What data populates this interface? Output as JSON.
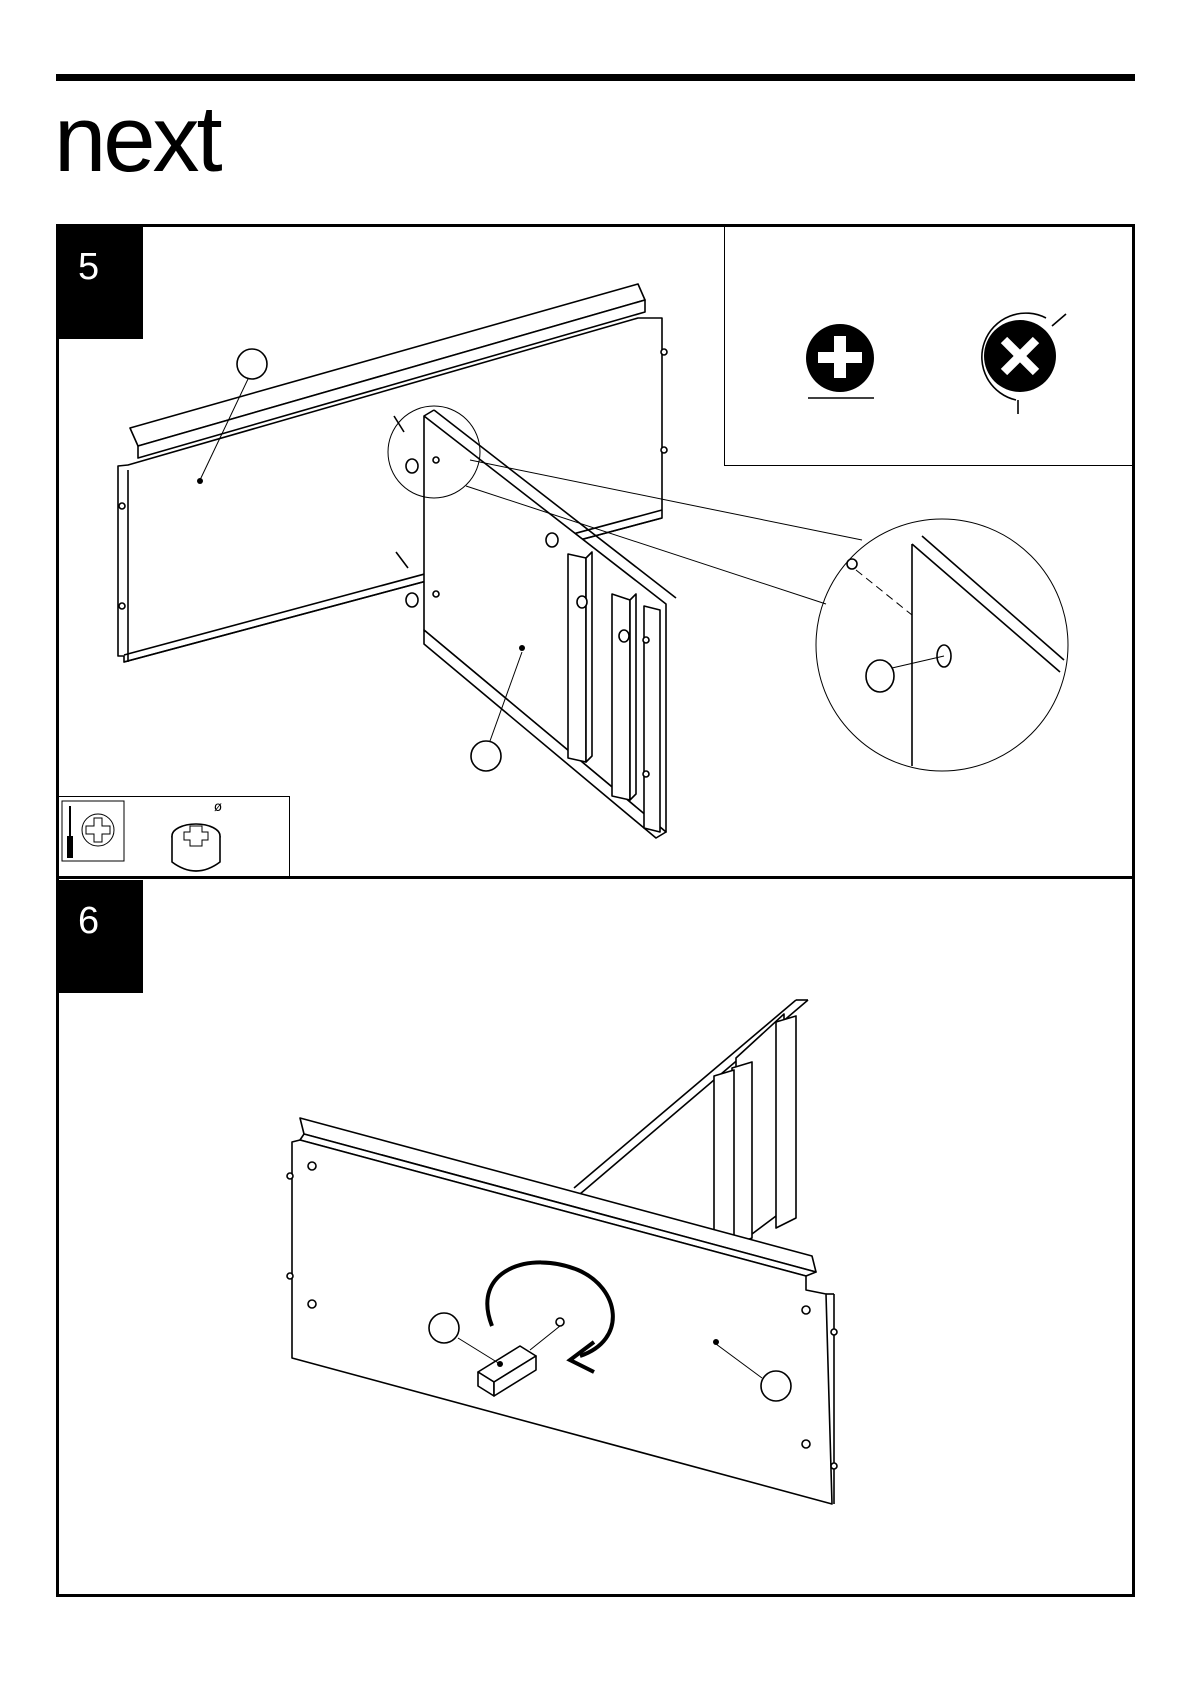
{
  "brand": {
    "logo_text": "next"
  },
  "steps": [
    {
      "number": "5"
    },
    {
      "number": "6"
    }
  ],
  "tools": {
    "symbol": "ø"
  },
  "colors": {
    "ink": "#000000",
    "paper": "#ffffff"
  },
  "icons": [
    "screwdriver-icon",
    "phillips-head-icon",
    "cam-lock-icon",
    "tighten-correct-icon",
    "overtighten-wrong-icon",
    "rotation-arrow-icon"
  ]
}
